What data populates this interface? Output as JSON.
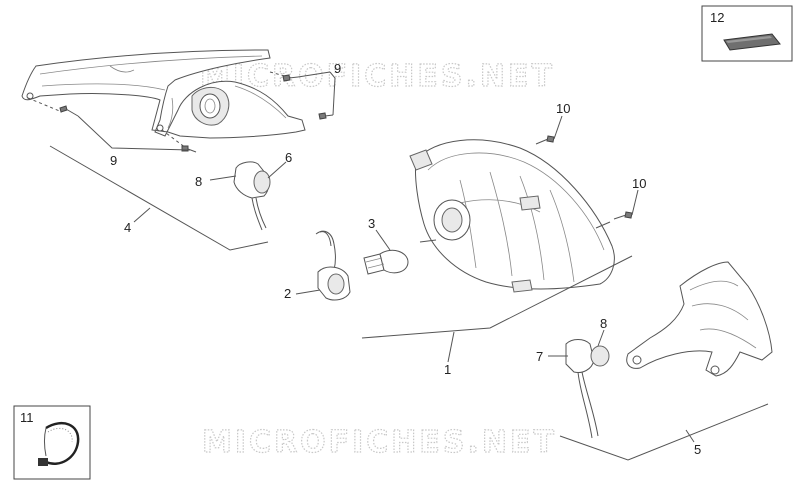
{
  "watermark": {
    "top": "MICROFICHES.NET",
    "bottom": "MICROFICHES.NET"
  },
  "callouts": {
    "c1": "1",
    "c2": "2",
    "c3": "3",
    "c4": "4",
    "c5": "5",
    "c6": "6",
    "c7": "7",
    "c8a": "8",
    "c8b": "8",
    "c9a": "9",
    "c9b": "9",
    "c10a": "10",
    "c10b": "10",
    "c11": "11",
    "c12": "12"
  },
  "icons": [
    "bolt-icon",
    "bulb-icon",
    "socket-icon",
    "cable-clamp-icon",
    "adhesive-pad-icon"
  ]
}
